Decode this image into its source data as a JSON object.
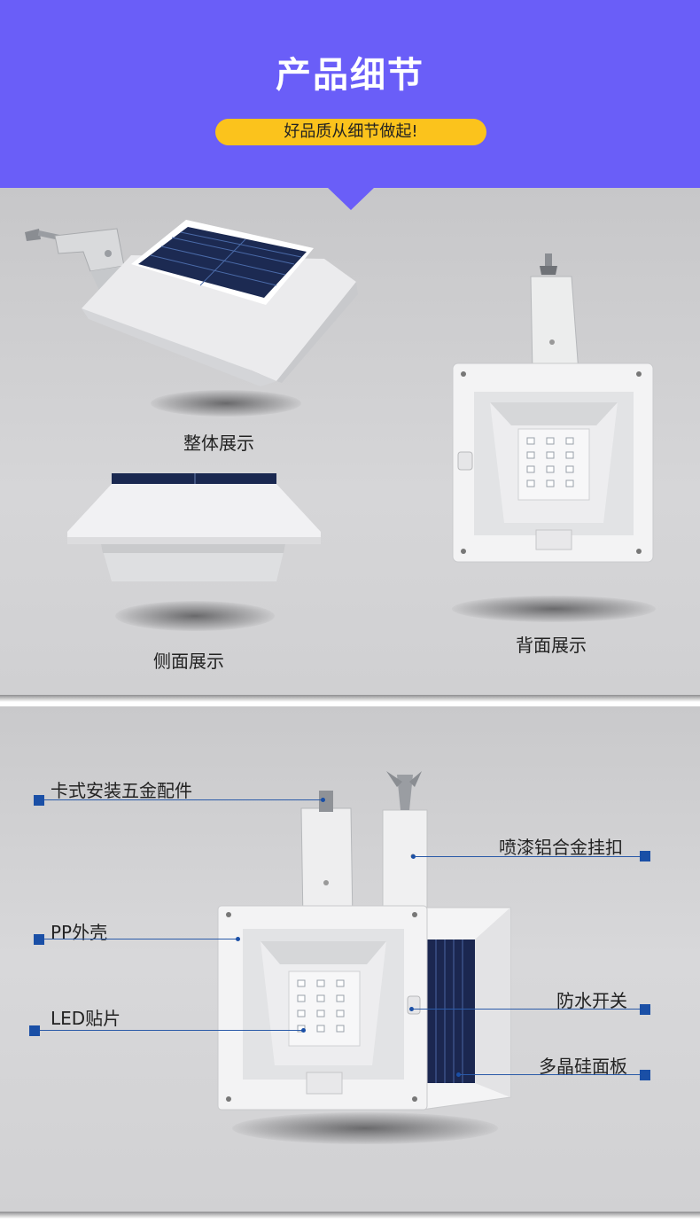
{
  "header": {
    "title": "产品细节",
    "subtitle": "好品质从细节做起!",
    "background_color": "#6a5ef8",
    "pill_color": "#fbc31c"
  },
  "showcase": {
    "overall_caption": "整体展示",
    "side_caption": "侧面展示",
    "back_caption": "背面展示"
  },
  "details": {
    "callouts": [
      {
        "label": "卡式安装五金配件"
      },
      {
        "label": "喷漆铝合金挂扣"
      },
      {
        "label": "PP外壳"
      },
      {
        "label": "防水开关"
      },
      {
        "label": "LED贴片"
      },
      {
        "label": "多晶硅面板"
      }
    ],
    "marker_color": "#1a4fa6"
  },
  "product": {
    "led_count": 12
  }
}
